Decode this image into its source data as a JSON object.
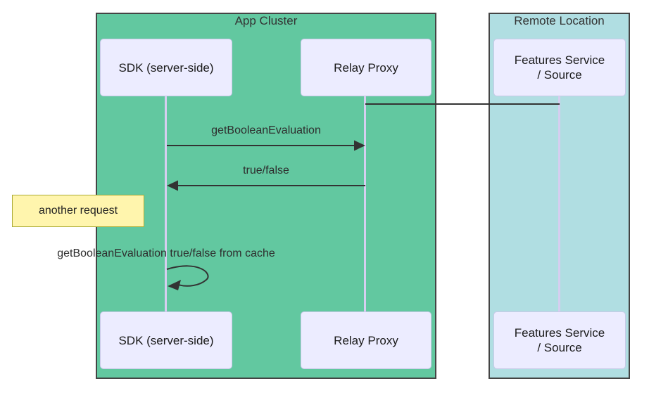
{
  "diagram_type": "sequence-diagram",
  "colors": {
    "app_cluster_bg": "#62c8a0",
    "remote_bg": "#b0dee2",
    "participant_bg": "#ececff",
    "participant_border": "#c9c9e8",
    "note_bg": "#fff5ad",
    "note_border": "#aaaa33",
    "lifeline": "#d6cef0",
    "cluster_border": "#444444",
    "line": "#333333",
    "text": "#333333"
  },
  "clusters": {
    "app": {
      "label": "App Cluster"
    },
    "remote": {
      "label": "Remote Location"
    }
  },
  "participants": {
    "sdk": {
      "label": "SDK (server-side)"
    },
    "relay": {
      "label": "Relay Proxy"
    },
    "features": {
      "line1": "Features Service",
      "line2": "/ Source"
    }
  },
  "messages": {
    "m1": {
      "label": "getBooleanEvaluation",
      "from": "SDK (server-side)",
      "to": "Relay Proxy"
    },
    "m2": {
      "label": "true/false",
      "from": "Relay Proxy",
      "to": "SDK (server-side)"
    },
    "m3": {
      "label": "getBooleanEvaluation true/false from cache",
      "from": "SDK (server-side)",
      "to": "SDK (server-side)"
    },
    "link": {
      "label": "",
      "from": "Relay Proxy",
      "to": "Features Service / Source"
    }
  },
  "note": {
    "label": "another request"
  }
}
